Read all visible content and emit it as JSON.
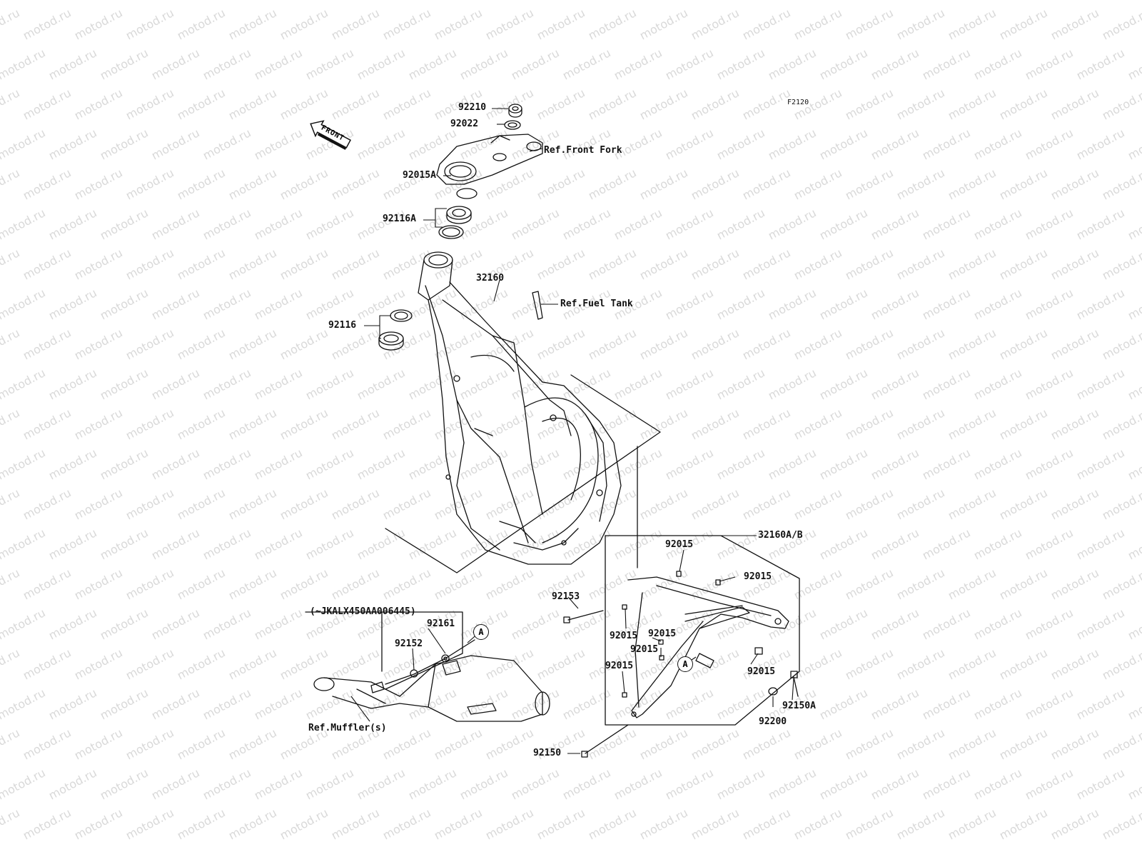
{
  "diagram": {
    "code": "F2120",
    "front_label": "FRONT",
    "callout": "A",
    "labels": {
      "p92210": "92210",
      "p92022": "92022",
      "ref_front_fork": "Ref.Front Fork",
      "p92015A": "92015A",
      "p92116A": "92116A",
      "p32160": "32160",
      "ref_fuel_tank": "Ref.Fuel Tank",
      "p92116": "92116",
      "p92015_a": "92015",
      "p32160AB": "32160A/B",
      "p92015_b": "92015",
      "p92153": "92153",
      "serial": "(~JKALX450AA006445)",
      "p92161": "92161",
      "p92152": "92152",
      "p92015_c": "92015",
      "p92015_d": "92015",
      "p92015_e": "92015",
      "p92015_f": "92015",
      "p92015_g": "92015",
      "p92150A": "92150A",
      "p92200": "92200",
      "ref_muffler": "Ref.Muffler(s)",
      "p92150": "92150"
    }
  },
  "watermark": "motod.ru",
  "colors": {
    "line": "#111111",
    "watermark": "#d9d9d9"
  }
}
